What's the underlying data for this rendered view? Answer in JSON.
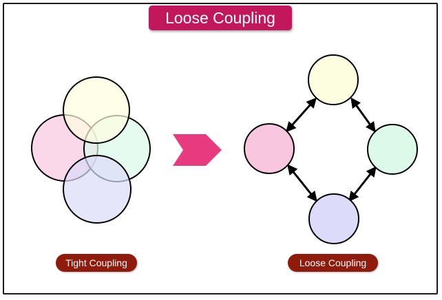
{
  "title": "Loose Coupling",
  "colors": {
    "title_bg": "#c2185b",
    "pill_bg": "#8e1b0b",
    "arrow_pink": "#e83a7e",
    "circle_yellow": "#fdfde0",
    "circle_pink": "#f8c6df",
    "circle_green": "#dcf9ea",
    "circle_purple": "#dcdcfa",
    "outline": "#000000"
  },
  "labels": {
    "tight": "Tight Coupling",
    "loose": "Loose Coupling"
  }
}
